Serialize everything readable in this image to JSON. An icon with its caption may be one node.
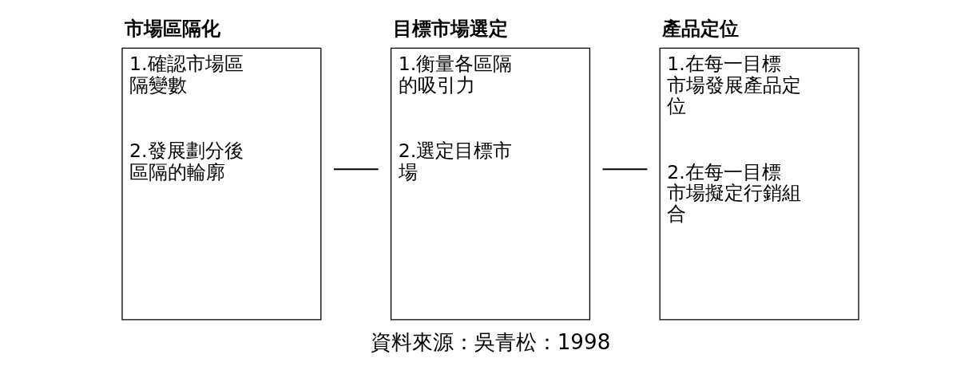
{
  "diagram": {
    "caption": "資料來源：吳青松：1998",
    "nodes": [
      {
        "text": [
          "市場區隔化",
          "1.確認市場區隔變數",
          "2.發展劃分後區隔的輪廓"
        ]
      },
      {
        "text": [
          "目標市場選定",
          "1.衡量各區隔的吸引力",
          "2.選定目標市場"
        ]
      },
      {
        "text": [
          "產品定位",
          "1.在每一目標市場發展產品定位",
          "2.在每一目標市場擬定行銷組合"
        ]
      }
    ],
    "edges": [
      {
        "from": 0,
        "to": 1,
        "arrow": "none"
      },
      {
        "from": 1,
        "to": 2,
        "arrow": "none"
      }
    ]
  }
}
